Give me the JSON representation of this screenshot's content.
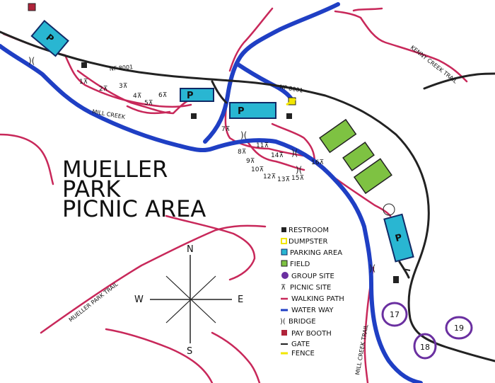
{
  "title": {
    "line1": "MUELLER",
    "line2": "PARK",
    "line3": "PICNIC AREA"
  },
  "colors": {
    "road": "#222222",
    "water": "#1f3fc4",
    "trail": "#c8285a",
    "parking_fill": "#29b6d2",
    "parking_stroke": "#102a66",
    "field": "#7ec242",
    "group_site": "#6a2fa0",
    "pay_booth": "#b0233a",
    "dumpster": "#f2e600",
    "restroom": "#222222"
  },
  "labels": {
    "road_1": "NF 8001",
    "road_2": "NF 8001",
    "creek": "MILL CREEK",
    "kenny_trail": "KENNY CREEK TRAIL",
    "mueller_trail": "MUELLER PARK TRAIL",
    "mill_trail": "MILL CREEK TRAIL"
  },
  "parking": [
    {
      "label": "P"
    },
    {
      "label": "P"
    },
    {
      "label": "P"
    },
    {
      "label": "P"
    }
  ],
  "picnic_sites": [
    "1",
    "2",
    "3",
    "4",
    "5",
    "6",
    "7",
    "8",
    "9",
    "10",
    "11",
    "12",
    "13",
    "14",
    "15",
    "16"
  ],
  "group_sites": [
    "17",
    "18",
    "19"
  ],
  "legend": [
    {
      "label": "RESTROOM",
      "icon": "restroom-icon"
    },
    {
      "label": "DUMPSTER",
      "icon": "dumpster-icon"
    },
    {
      "label": "PARKING AREA",
      "icon": "parking-icon"
    },
    {
      "label": "FIELD",
      "icon": "field-icon"
    },
    {
      "label": "GROUP SITE",
      "icon": "group-site-icon"
    },
    {
      "label": "PICNIC SITE",
      "icon": "picnic-table-icon"
    },
    {
      "label": "WALKING PATH",
      "icon": "walking-path-icon"
    },
    {
      "label": "WATER WAY",
      "icon": "water-way-icon"
    },
    {
      "label": "BRIDGE",
      "icon": "bridge-icon"
    },
    {
      "label": "PAY BOOTH",
      "icon": "pay-booth-icon"
    },
    {
      "label": "GATE",
      "icon": "gate-icon"
    },
    {
      "label": "FENCE",
      "icon": "fence-icon"
    }
  ],
  "compass": {
    "n": "N",
    "s": "S",
    "e": "E",
    "w": "W"
  }
}
